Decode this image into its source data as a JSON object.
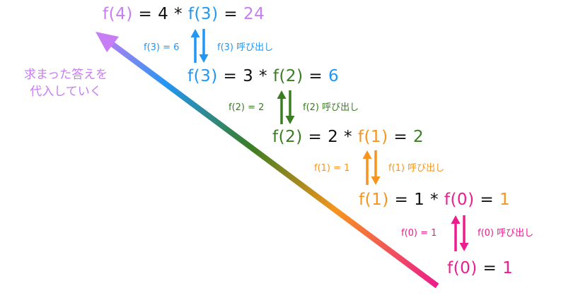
{
  "colors": {
    "purple": "#c77df3",
    "blue": "#2196f3",
    "green": "#3a7d22",
    "orange": "#f7941d",
    "pink": "#ec1c8c",
    "black": "#111111"
  },
  "note": {
    "line1": "求まった答えを",
    "line2": "代入していく"
  },
  "levels": [
    {
      "lhs": "f(4)",
      "eq": "=",
      "n": "4",
      "op": "*",
      "call": "f(3)",
      "eq2": "=",
      "result": "24",
      "up_label": "f(3) = 6",
      "down_label": "f(3) 呼び出し"
    },
    {
      "lhs": "f(3)",
      "eq": "=",
      "n": "3",
      "op": "*",
      "call": "f(2)",
      "eq2": "=",
      "result": "6",
      "up_label": "f(2) = 2",
      "down_label": "f(2) 呼び出し"
    },
    {
      "lhs": "f(2)",
      "eq": "=",
      "n": "2",
      "op": "*",
      "call": "f(1)",
      "eq2": "=",
      "result": "2",
      "up_label": "f(1) = 1",
      "down_label": "f(1) 呼び出し"
    },
    {
      "lhs": "f(1)",
      "eq": "=",
      "n": "1",
      "op": "*",
      "call": "f(0)",
      "eq2": "=",
      "result": "1",
      "up_label": "f(0) = 1",
      "down_label": "f(0) 呼び出し"
    }
  ],
  "base": {
    "lhs": "f(0)",
    "eq": "=",
    "result": "1"
  }
}
